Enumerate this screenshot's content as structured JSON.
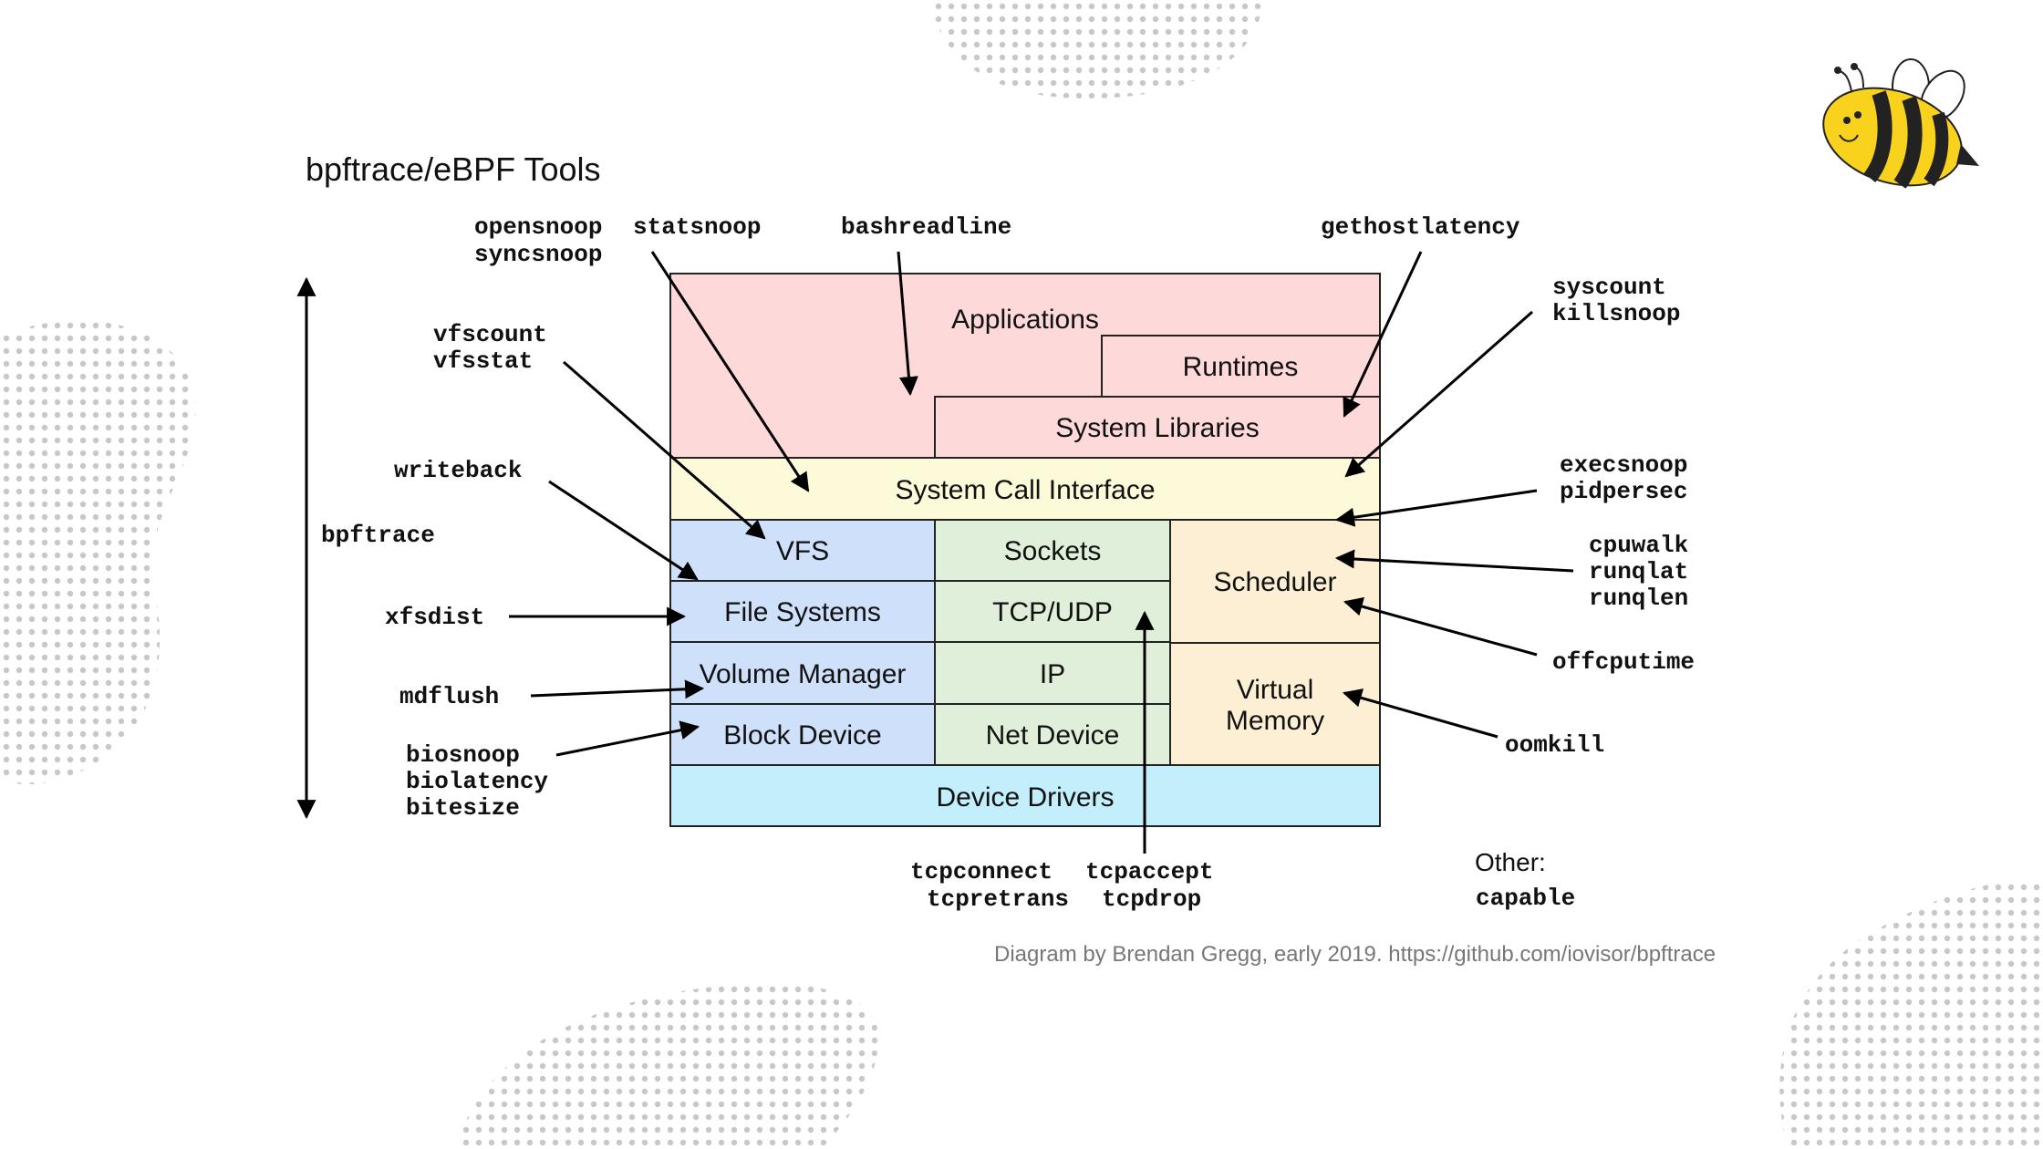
{
  "title": "bpftrace/eBPF Tools",
  "side_label": "bpftrace",
  "layers": {
    "applications": "Applications",
    "runtimes": "Runtimes",
    "system_libraries": "System Libraries",
    "system_call_interface": "System Call Interface",
    "vfs": "VFS",
    "sockets": "Sockets",
    "scheduler": "Scheduler",
    "file_systems": "File Systems",
    "tcp_udp": "TCP/UDP",
    "volume_manager": "Volume Manager",
    "ip": "IP",
    "virtual": "Virtual",
    "memory": "Memory",
    "block_device": "Block Device",
    "net_device": "Net Device",
    "device_drivers": "Device Drivers"
  },
  "tools": {
    "opensnoop": "opensnoop",
    "statsnoop": "statsnoop",
    "syncsnoop": "syncsnoop",
    "bashreadline": "bashreadline",
    "gethostlatency": "gethostlatency",
    "syscount": "syscount",
    "killsnoop": "killsnoop",
    "vfscount": "vfscount",
    "vfsstat": "vfsstat",
    "writeback": "writeback",
    "execsnoop": "execsnoop",
    "pidpersec": "pidpersec",
    "cpuwalk": "cpuwalk",
    "runqlat": "runqlat",
    "runqlen": "runqlen",
    "xfsdist": "xfsdist",
    "offcputime": "offcputime",
    "mdflush": "mdflush",
    "oomkill": "oomkill",
    "biosnoop": "biosnoop",
    "biolatency": "biolatency",
    "bitesize": "bitesize",
    "tcpconnect": "tcpconnect",
    "tcpaccept": "tcpaccept",
    "tcpretrans": "tcpretrans",
    "tcpdrop": "tcpdrop"
  },
  "other": {
    "label": "Other:",
    "tool": "capable"
  },
  "credit": "Diagram by Brendan Gregg, early 2019. https://github.com/iovisor/bpftrace",
  "colors": {
    "applications": "#fdd9d9",
    "syscall": "#fdfad9",
    "storage": "#cfe0fb",
    "network": "#dfefd9",
    "scheduler": "#fdefd4",
    "drivers": "#c3effc"
  }
}
